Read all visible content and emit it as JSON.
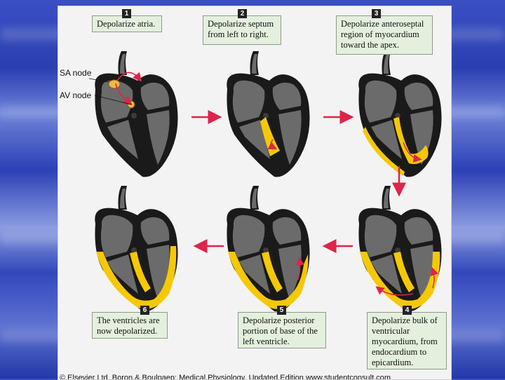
{
  "steps": [
    {
      "num": "1",
      "text": "Depolarize atria."
    },
    {
      "num": "2",
      "text": "Depolarize septum from left to right."
    },
    {
      "num": "3",
      "text": "Depolarize anteroseptal region of myocardium toward the apex."
    },
    {
      "num": "4",
      "text": "Depolarize bulk of ventricular myocardium, from endocardium to epicardium."
    },
    {
      "num": "5",
      "text": "Depolarize posterior portion of base of the left ventricle."
    },
    {
      "num": "6",
      "text": "The ventricles are now depolarized."
    }
  ],
  "labels": {
    "sa_node": "SA node",
    "av_node": "AV node"
  },
  "copyright": "© Elsevier Ltd. Boron & Boulpaep: Medical Physiology, Updated Edition  www.studentconsult.com",
  "colors": {
    "muscle": "#1a1a1a",
    "cavity": "#6b6b6b",
    "depolarized": "#f5c800",
    "arrow": "#e0234a",
    "box": "#e4f0dd"
  }
}
